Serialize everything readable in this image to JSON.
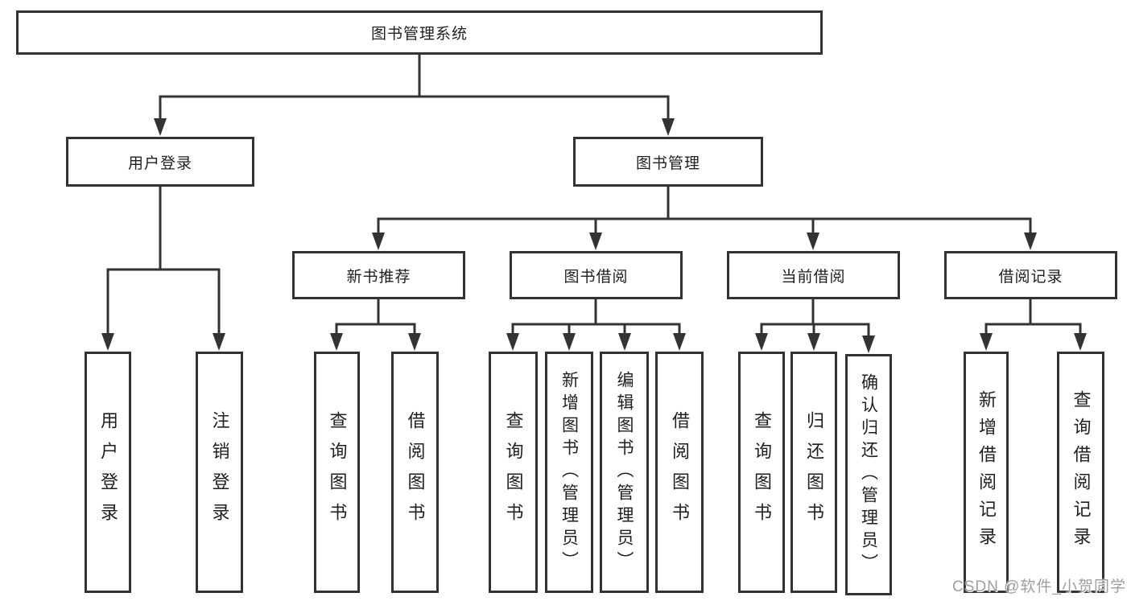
{
  "diagram": {
    "colors": {
      "line": "#333333",
      "text": "#1f1f1f",
      "background": "#ffffff",
      "watermark": "#9e9e9e"
    },
    "watermark": "CSDN @软件_小贺同学",
    "tree": {
      "root": {
        "label": "图书管理系统"
      },
      "children": [
        {
          "label": "用户登录",
          "children": [
            {
              "label": "用户登录"
            },
            {
              "label": "注销登录"
            }
          ]
        },
        {
          "label": "图书管理",
          "children": [
            {
              "label": "新书推荐",
              "children": [
                {
                  "label": "查询图书"
                },
                {
                  "label": "借阅图书"
                }
              ]
            },
            {
              "label": "图书借阅",
              "children": [
                {
                  "label": "查询图书"
                },
                {
                  "label": "新增图书（管理员）"
                },
                {
                  "label": "编辑图书（管理员）"
                },
                {
                  "label": "借阅图书"
                }
              ]
            },
            {
              "label": "当前借阅",
              "children": [
                {
                  "label": "查询图书"
                },
                {
                  "label": "归还图书"
                },
                {
                  "label": "确认归还（管理员）"
                }
              ]
            },
            {
              "label": "借阅记录",
              "children": [
                {
                  "label": "新增借阅记录"
                },
                {
                  "label": "查询借阅记录"
                }
              ]
            }
          ]
        }
      ]
    }
  }
}
